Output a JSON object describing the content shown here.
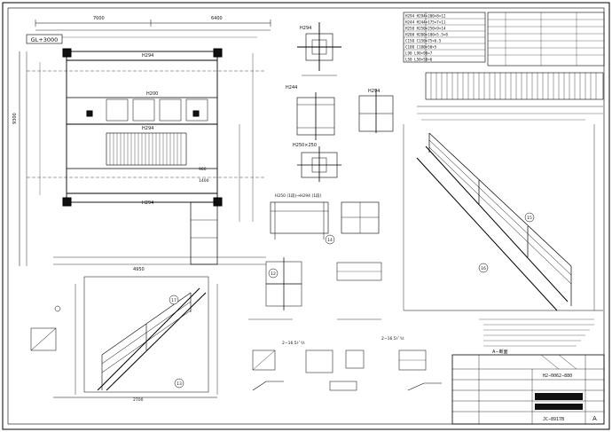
{
  "plan": {
    "level_box": "GL+3000",
    "dim_top_left": "7000",
    "dim_top_right": "6400",
    "dim_left_total": "9300",
    "beam_top": "H294",
    "beam_mid": "H200",
    "beam_mid2": "H294",
    "beam_bottom": "H294",
    "dim_right_1": "980",
    "dim_right_2": "1400",
    "dim_bottom": "4950"
  },
  "sections": {
    "label_h294_top": "H294",
    "label_h244": "H244",
    "label_h294_right": "H294",
    "label_h250": "H250×250",
    "note_mid": "H250 (1段)→H294 (1段)"
  },
  "member_table": {
    "rows": [
      "H294  H294×200×8×12",
      "H244  H244×175×7×11",
      "H250  H250×250×9×14",
      "H200  H200×100×5.5×8",
      "C150  C150×75×6.5",
      "C100  C100×50×5",
      "L90   L90×90×7",
      "L50   L50×50×6"
    ]
  },
  "marks": {
    "m15": "15",
    "m16": "16",
    "m17": "17",
    "m12": "12",
    "m14": "14",
    "m13": "13"
  },
  "bottom_labels": {
    "lbl_a": "2−16.5ﾄﾞﾘﾙ",
    "lbl_b": "2−16.5ﾄﾞﾘﾙ",
    "sec_a": "A−断面",
    "dim_bottom_mid": "2700"
  },
  "title_block": {
    "drawing_no": "H2−0062−880",
    "sheet_no": "JC−8917B",
    "rev": "A"
  }
}
